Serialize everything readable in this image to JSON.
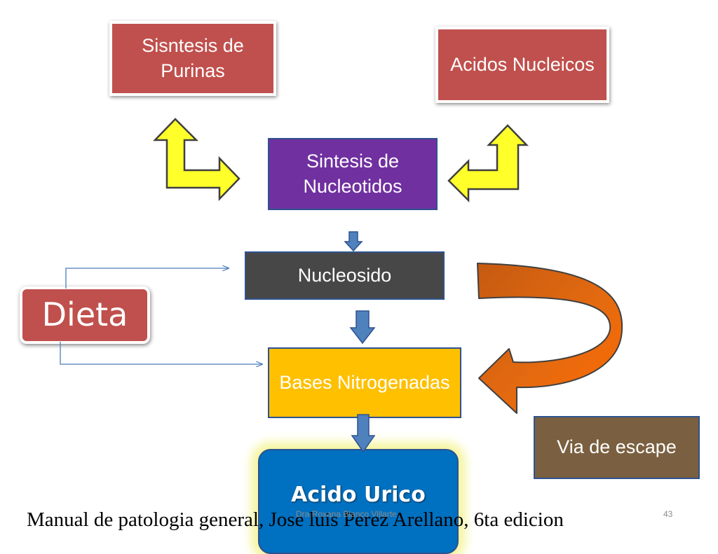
{
  "nodes": {
    "purinas": "Sisntesis de Purinas",
    "acidos": "Acidos Nucleicos",
    "sintesis": "Sintesis de Nucleotidos",
    "nucleosido": "Nucleosido",
    "bases": "Bases Nitrogenadas",
    "acido_urico": "Acido Urico",
    "via_escape": "Via de escape",
    "dieta": "Dieta"
  },
  "footer": {
    "source": "Manual de patologia general, Jose luis Perez Arellano, 6ta edicion",
    "author": "Dra Roxana Blanco Villarte",
    "page": "43"
  },
  "colors": {
    "red_box": "#c0504d",
    "purple_box": "#7030a0",
    "dark_box": "#474747",
    "yellow_box": "#ffc000",
    "blue_box": "#0070c0",
    "brown_box": "#7a6040",
    "yellow_arrow": "#ffff2a",
    "orange_arrow": "#ff6600"
  }
}
